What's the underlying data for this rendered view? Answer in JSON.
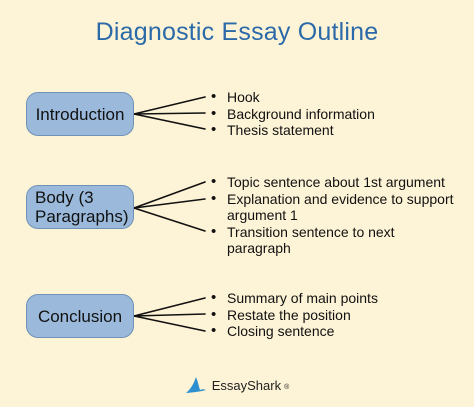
{
  "title": "Diagnostic Essay Outline",
  "sections": [
    {
      "name": "Introduction",
      "points": [
        "Hook",
        "Background information",
        "Thesis statement"
      ]
    },
    {
      "name": "Body (3 Paragraphs)",
      "points": [
        "Topic sentence about 1st argument",
        "Explanation and evidence to support argument 1",
        "Transition sentence to next paragraph"
      ]
    },
    {
      "name": "Conclusion",
      "points": [
        "Summary of main points",
        "Restate the position",
        "Closing sentence"
      ]
    }
  ],
  "brand": {
    "name": "EssayShark",
    "mark": "®",
    "icon": "shark-fin-icon"
  },
  "colors": {
    "background": "#fdf3d6",
    "title": "#2b6aa8",
    "box_fill": "#9bbadb",
    "box_border": "#6f92b8",
    "logo": "#2d8fd0"
  }
}
